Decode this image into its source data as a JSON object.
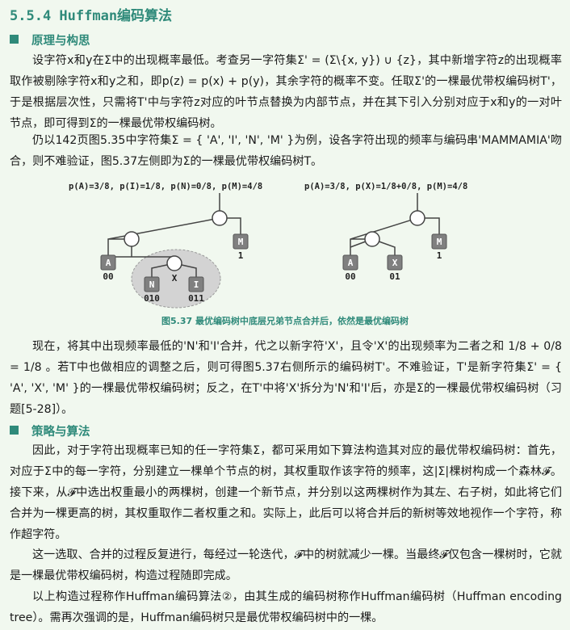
{
  "title": "5.5.4  Huffman编码算法",
  "section1": "原理与构思",
  "para1": "设字符x和y在Σ中的出现概率最低。考查另一字符集Σ' = (Σ\\{x, y}) ∪ {z}，其中新增字符z的出现概率取作被剔除字符x和y之和，即p(z) = p(x) + p(y)，其余字符的概率不变。任取Σ'的一棵最优带权编码树T'，于是根据层次性，只需将T'中与字符z对应的叶节点替换为内部节点，并在其下引入分别对应于x和y的一对叶节点，即可得到Σ的一棵最优带权编码树。",
  "para2": "仍以142页图5.35中字符集Σ = { 'A', 'I', 'N', 'M' }为例，设各字符出现的频率与编码串'MAMMAMIA'吻合，则不难验证，图5.37左侧即为Σ的一棵最优带权编码树T。",
  "figure": {
    "left_header": "p(A)=3/8, p(I)=1/8, p(N)=0/8, p(M)=4/8",
    "right_header": "p(A)=3/8, p(X)=1/8+0/8, p(M)=4/8",
    "left_leaves": [
      {
        "char": "A",
        "code": "00"
      },
      {
        "char": "N",
        "code": "010"
      },
      {
        "char": "I",
        "code": "011"
      },
      {
        "char": "M",
        "code": "1"
      }
    ],
    "left_x_label": "X",
    "right_leaves": [
      {
        "char": "A",
        "code": "00"
      },
      {
        "char": "X",
        "code": "01"
      },
      {
        "char": "M",
        "code": "1"
      }
    ],
    "caption": "图5.37  最优编码树中底层兄弟节点合并后，依然是最优编码树"
  },
  "para3": "现在，将其中出现频率最低的'N'和'I'合并，代之以新字符'X'，且令'X'的出现频率为二者之和 1/8 + 0/8 = 1/8 。若T中也做相应的调整之后，则可得图5.37右侧所示的编码树T'。不难验证，T'是新字符集Σ' = { 'A', 'X', 'M' }的一棵最优带权编码树；反之，在T'中将'X'拆分为'N'和'I'后，亦是Σ的一棵最优带权编码树（习题[5-28]）。",
  "section2": "策略与算法",
  "para4": "因此，对于字符出现概率已知的任一字符集Σ，都可采用如下算法构造其对应的最优带权编码树：首先，对应于Σ中的每一字符，分别建立一棵单个节点的树，其权重取作该字符的频率，这|Σ|棵树构成一个森林𝓕。接下来，从𝓕中选出权重最小的两棵树，创建一个新节点，并分别以这两棵树作为其左、右子树，如此将它们合并为一棵更高的树，其权重取作二者权重之和。实际上，此后可以将合并后的新树等效地视作一个字符，称作超字符。",
  "para5": "这一选取、合并的过程反复进行，每经过一轮迭代，𝓕中的树就减少一棵。当最终𝓕仅包含一棵树时，它就是一棵最优带权编码树，构造过程随即完成。",
  "para6": "以上构造过程称作Huffman编码算法②，由其生成的编码树称作Huffman编码树（Huffman encoding tree）。需再次强调的是，Huffman编码树只是最优带权编码树中的一棵。",
  "colors": {
    "accent": "#2f8a7a",
    "leaf": "#808080",
    "background": "#f1f8ef",
    "highlight": "#d3d3d3"
  }
}
